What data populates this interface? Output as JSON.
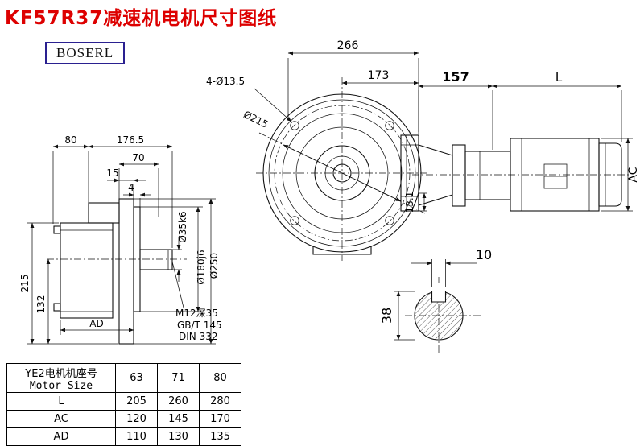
{
  "page": {
    "title": "KF57R37减速机电机尺寸图纸",
    "logo": "BOSERL"
  },
  "left_view": {
    "d80": "80",
    "d176_5": "176.5",
    "d70": "70",
    "d15": "15",
    "d4": "4",
    "d215": "215",
    "d132": "132",
    "dAD": "AD",
    "shaft_dia": "Ø35k6",
    "spigot_dia": "Ø180j6",
    "flange_dia": "Ø250",
    "tap_note1": "M12深35",
    "tap_note2": "GB/T 145",
    "tap_note3": "DIN 332"
  },
  "front_view": {
    "d266": "266",
    "d173": "173",
    "holes": "4-Ø13.5",
    "bolt_circle": "Ø215",
    "d13_1": "13.1"
  },
  "motor_view": {
    "d157": "157",
    "dL": "L",
    "dAC": "AC"
  },
  "shaft_section": {
    "key_width": "10",
    "shaft_dia": "38"
  },
  "table": {
    "header_line1": "YE2电机机座号",
    "header_line2": "Motor Size",
    "sizes": [
      "63",
      "71",
      "80"
    ],
    "rows": [
      {
        "label": "L",
        "values": [
          "205",
          "260",
          "280"
        ]
      },
      {
        "label": "AC",
        "values": [
          "120",
          "145",
          "170"
        ]
      },
      {
        "label": "AD",
        "values": [
          "110",
          "130",
          "135"
        ]
      }
    ]
  }
}
